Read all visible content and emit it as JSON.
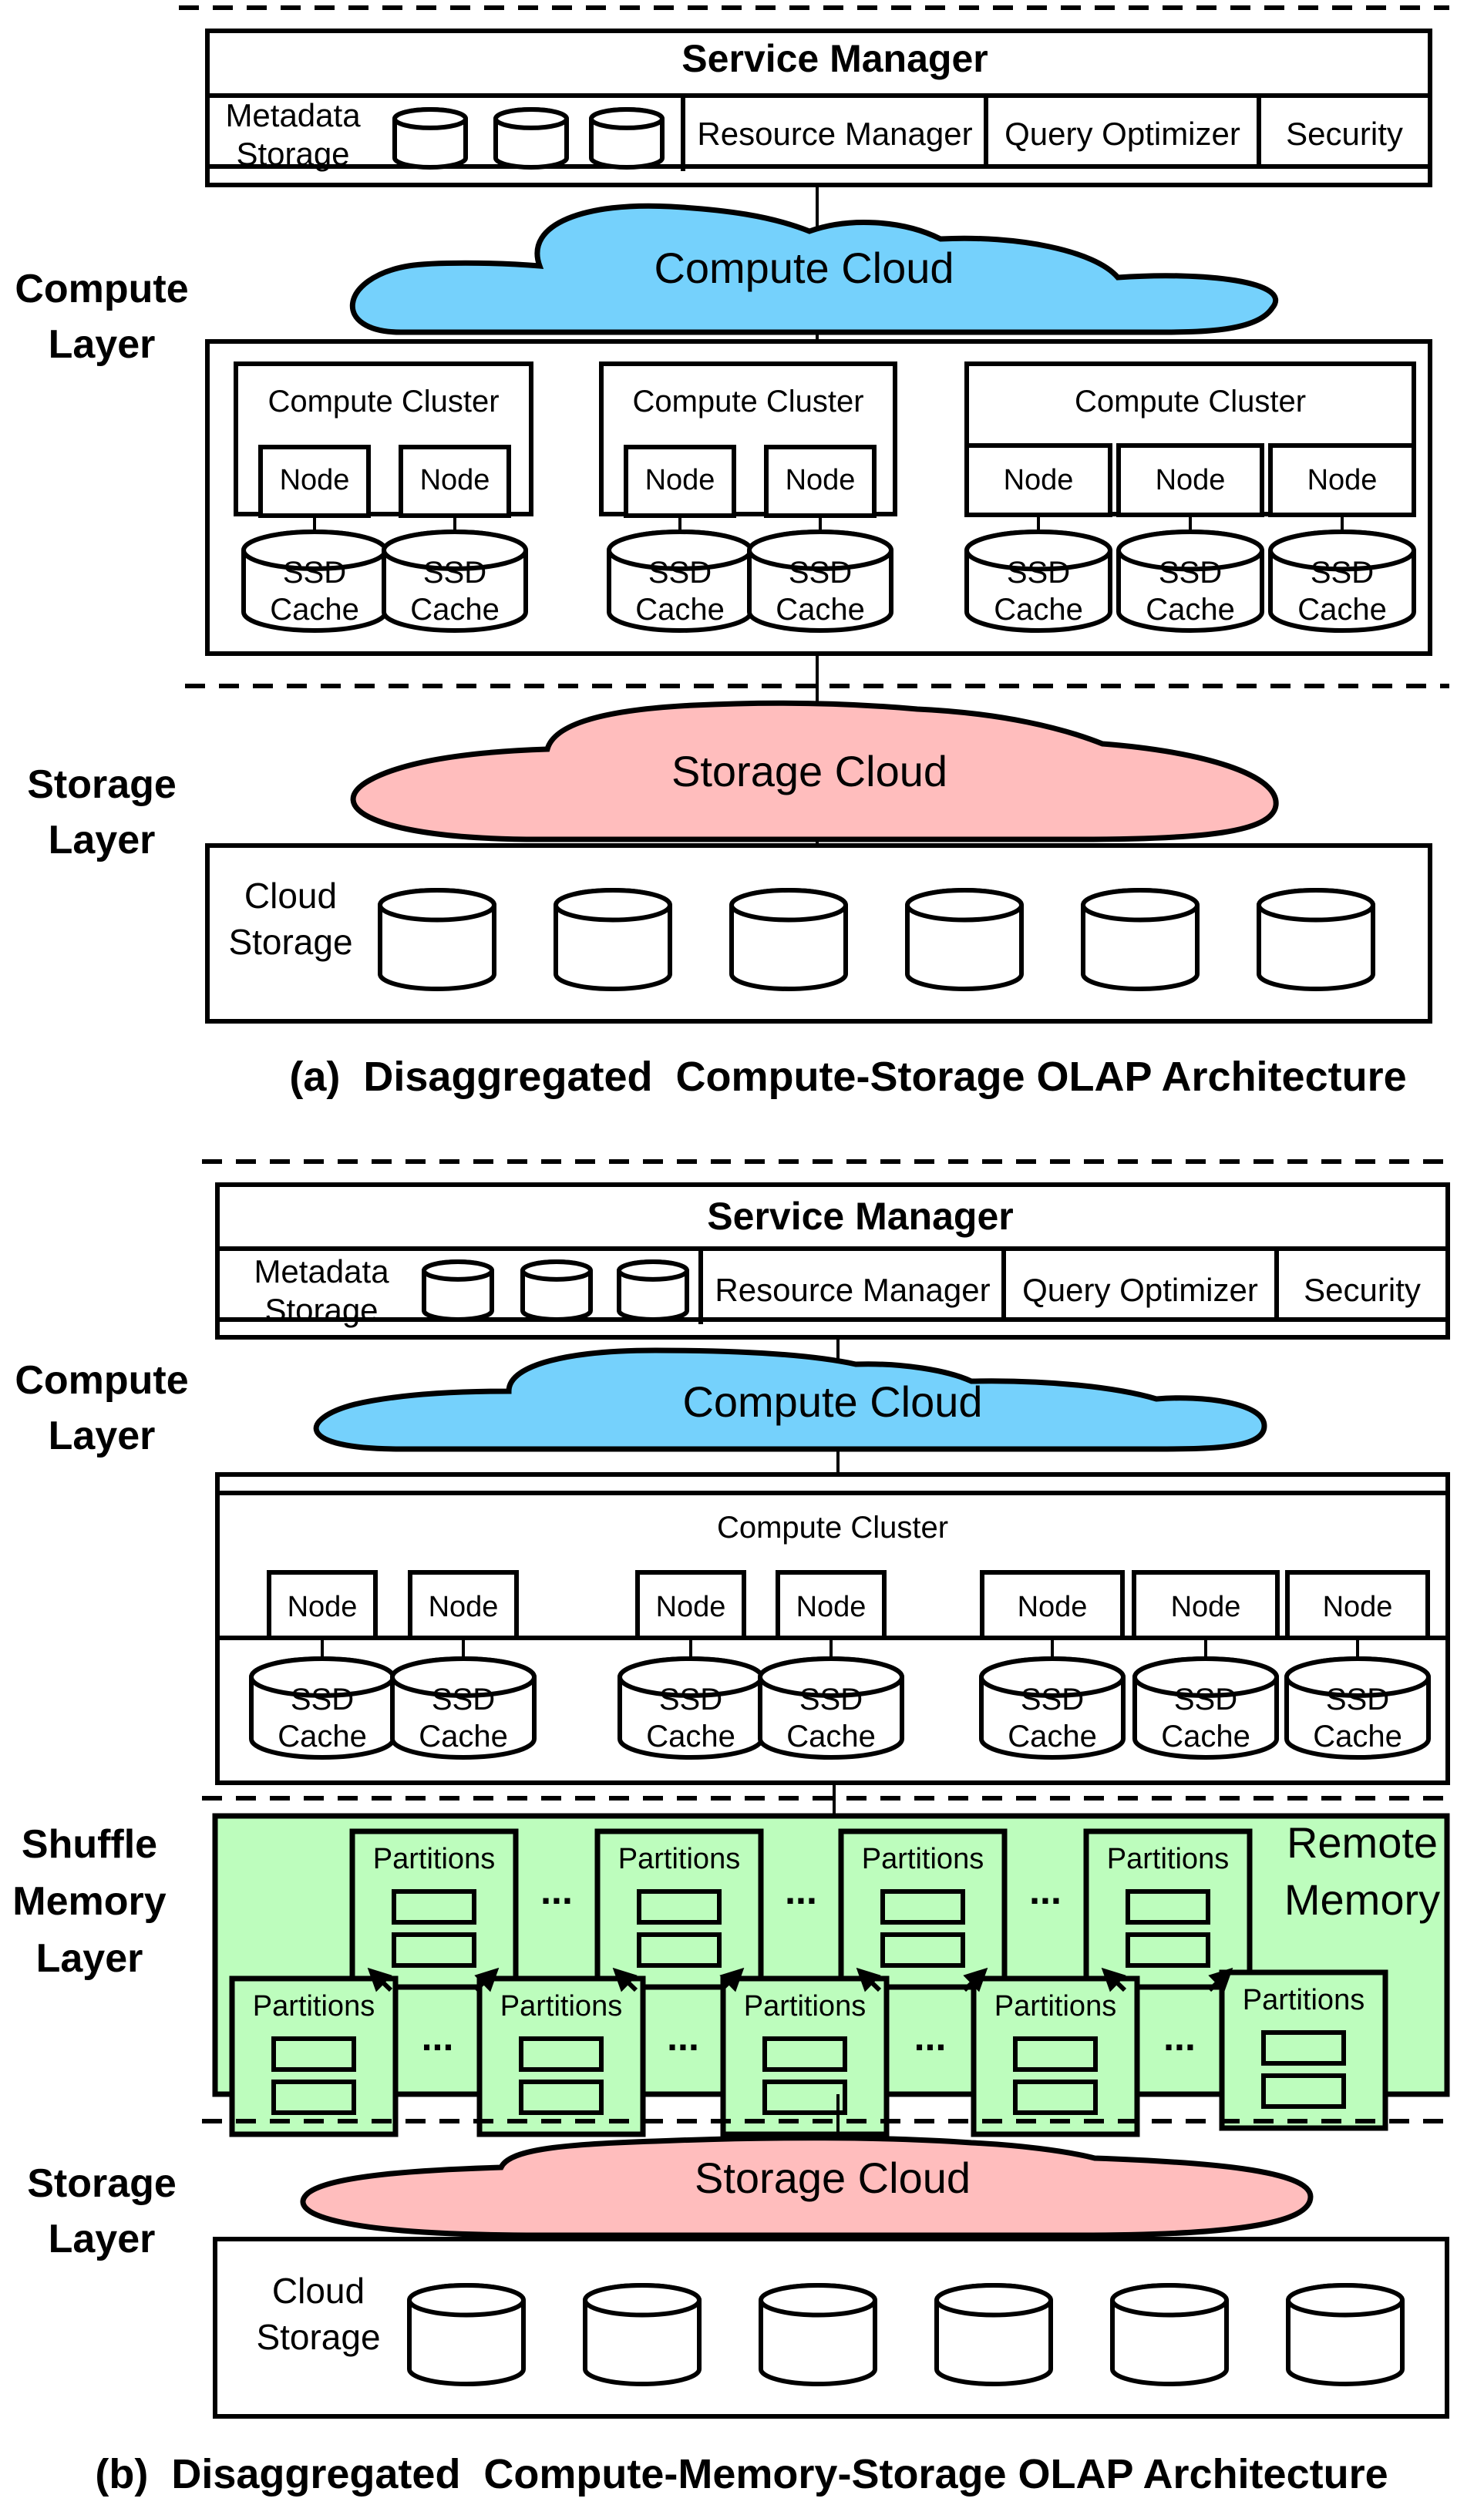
{
  "colors": {
    "compute_cloud": "#75d1fc",
    "storage_cloud": "#ffbdbd",
    "remote_memory": "#bdfdbd",
    "stroke": "#000000",
    "background": "#ffffff"
  },
  "panel_a": {
    "caption": "(a)  Disaggregated  Compute-Storage OLAP Architecture",
    "layers": {
      "compute": [
        "Compute",
        "Layer"
      ],
      "storage": [
        "Storage",
        "Layer"
      ]
    },
    "service_manager": {
      "title": "Service Manager",
      "metadata_storage": [
        "Metadata",
        "Storage"
      ],
      "metadata_db_count": 3,
      "resource_manager": "Resource Manager",
      "query_optimizer": "Query Optimizer",
      "security": "Security"
    },
    "compute_cloud": "Compute Cloud",
    "clusters": [
      {
        "label": "Compute Cluster",
        "nodes": [
          "Node",
          "Node"
        ],
        "caches": [
          [
            "SSD",
            "Cache"
          ],
          [
            "SSD",
            "Cache"
          ]
        ]
      },
      {
        "label": "Compute Cluster",
        "nodes": [
          "Node",
          "Node"
        ],
        "caches": [
          [
            "SSD",
            "Cache"
          ],
          [
            "SSD",
            "Cache"
          ]
        ]
      },
      {
        "label": "Compute Cluster",
        "nodes": [
          "Node",
          "Node",
          "Node"
        ],
        "caches": [
          [
            "SSD",
            "Cache"
          ],
          [
            "SSD",
            "Cache"
          ],
          [
            "SSD",
            "Cache"
          ]
        ]
      }
    ],
    "storage_cloud": "Storage Cloud",
    "cloud_storage": [
      "Cloud",
      "Storage"
    ],
    "storage_db_count": 6
  },
  "panel_b": {
    "caption": "(b)  Disaggregated  Compute-Memory-Storage OLAP Architecture",
    "layers": {
      "compute": [
        "Compute",
        "Layer"
      ],
      "shuffle": [
        "Shuffle",
        "Memory",
        "Layer"
      ],
      "storage": [
        "Storage",
        "Layer"
      ]
    },
    "service_manager": {
      "title": "Service Manager",
      "metadata_storage": [
        "Metadata",
        "Storage"
      ],
      "metadata_db_count": 3,
      "resource_manager": "Resource Manager",
      "query_optimizer": "Query Optimizer",
      "security": "Security"
    },
    "compute_cloud": "Compute Cloud",
    "compute_cluster": "Compute Cluster",
    "nodes": [
      "Node",
      "Node",
      "Node",
      "Node",
      "Node",
      "Node",
      "Node"
    ],
    "caches": [
      [
        "SSD",
        "Cache"
      ],
      [
        "SSD",
        "Cache"
      ],
      [
        "SSD",
        "Cache"
      ],
      [
        "SSD",
        "Cache"
      ],
      [
        "SSD",
        "Cache"
      ],
      [
        "SSD",
        "Cache"
      ],
      [
        "SSD",
        "Cache"
      ]
    ],
    "remote_memory": [
      "Remote",
      "Memory"
    ],
    "partition_label": "Partitions",
    "top_partitions_count": 4,
    "bottom_partitions_count": 5,
    "ellipsis": "...",
    "storage_cloud": "Storage Cloud",
    "cloud_storage": [
      "Cloud",
      "Storage"
    ],
    "storage_db_count": 6
  }
}
